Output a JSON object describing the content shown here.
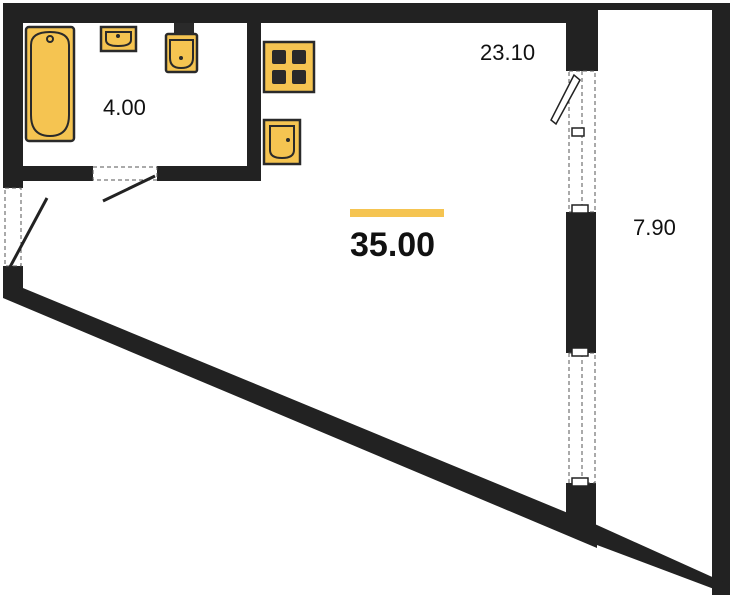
{
  "areas": {
    "bathroom": "4.00",
    "living": "23.10",
    "balcony": "7.90"
  },
  "total": {
    "value": "35.00",
    "bar_color": "#f5c451"
  },
  "colors": {
    "wall": "#222222",
    "fixture": "#f5c451"
  }
}
